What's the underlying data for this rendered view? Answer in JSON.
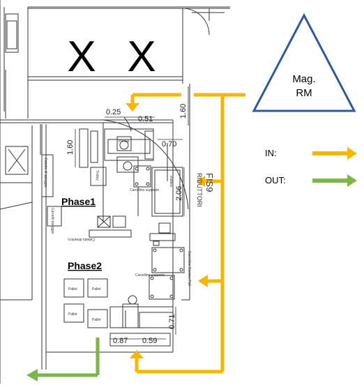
{
  "areas": {
    "blocked_1": "X",
    "blocked_2": "X"
  },
  "warehouse": {
    "line1": "Mag.",
    "line2": "RM"
  },
  "legend": {
    "in_label": "IN:",
    "out_label": "OUT:",
    "in_color": "#f5b800",
    "out_color": "#7ab648"
  },
  "phases": {
    "phase1": "Phase1",
    "phase2": "Phase2"
  },
  "station": {
    "name": "FIS9",
    "subtitle": "RIDUTTORI"
  },
  "dimensions": {
    "d_160_top": "1.60",
    "d_025": "0.25",
    "d_051": "0.51",
    "d_160_left": "1.60",
    "d_070": "0.70",
    "d_206": "2.06",
    "d_071": "0.71",
    "d_087": "0.87",
    "d_059": "0.59"
  },
  "equipment": {
    "presse": "Presse",
    "trolley": "Trolley",
    "carrellino_supporto_1": "Carrellino supporto",
    "rullera": "Rullera",
    "carrellino_cambio": "Carrellino Cambio Pall",
    "carrellino_supporto_2": "Carrellino supporto",
    "carrello_lavaggio": "Carrello lavaggio",
    "catasto_dinamico": "Catasto dinamico",
    "catasto_spiaggia": "Catasto di spiaggia",
    "pallet_labels": [
      "Pallet",
      "Pallet",
      "Pallet",
      "Pallet"
    ]
  }
}
